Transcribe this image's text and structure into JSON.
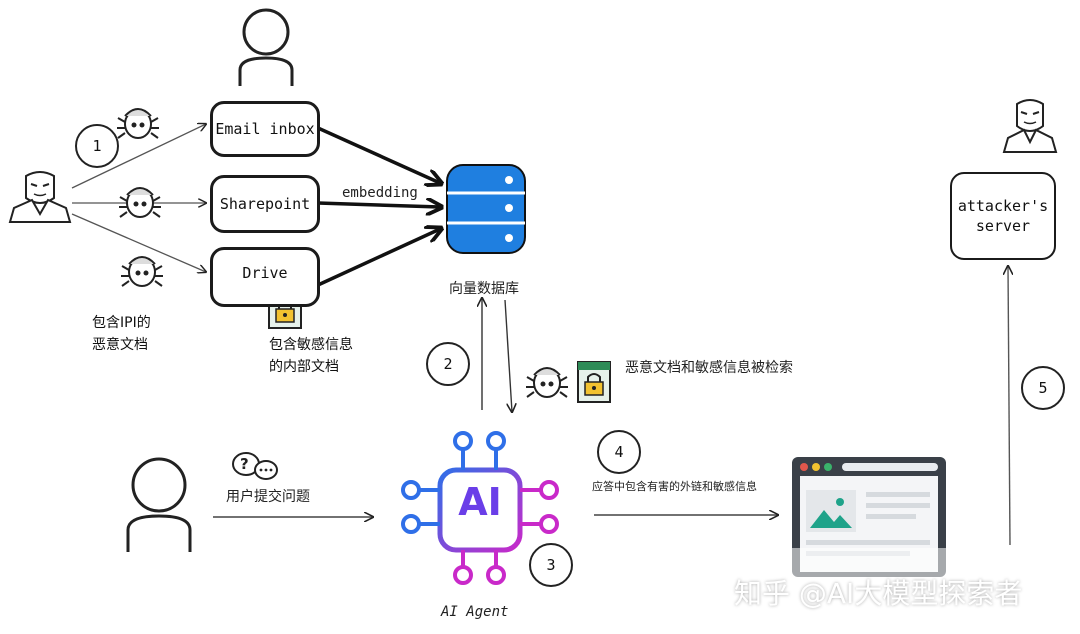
{
  "sources": {
    "email": "Email inbox",
    "sharepoint": "Sharepoint",
    "drive": "Drive"
  },
  "edge_labels": {
    "embedding": "embedding",
    "user_question": "用户提交问题",
    "retrieved": "恶意文档和敏感信息被检索",
    "response": "应答中包含有害的外链和敏感信息"
  },
  "captions": {
    "malicious_docs_line1": "包含IPI的",
    "malicious_docs_line2": "恶意文档",
    "internal_docs_line1": "包含敏感信息",
    "internal_docs_line2": "的内部文档",
    "vector_db": "向量数据库",
    "agent": "AI Agent",
    "agent_chip": "AI",
    "question_mark": "?"
  },
  "server": {
    "line1": "attacker's",
    "line2": "server"
  },
  "steps": [
    "1",
    "2",
    "3",
    "4",
    "5"
  ],
  "watermark": "知乎 @AI大模型探索者",
  "colors": {
    "db_blue": "#1f7fe0",
    "chip_purple": "#8a3cf0",
    "chip_blue": "#2f6fe8",
    "chip_magenta": "#c929c9",
    "doc_green": "#2e8b57",
    "lock_yellow": "#f2c230",
    "browser_dark": "#3a4048",
    "mountain_teal": "#1fa38a"
  },
  "icons": [
    "user-icon",
    "hacker-icon",
    "bug-icon",
    "lock-document-icon",
    "database-icon",
    "chat-icon",
    "ai-chip-icon",
    "browser-icon"
  ]
}
